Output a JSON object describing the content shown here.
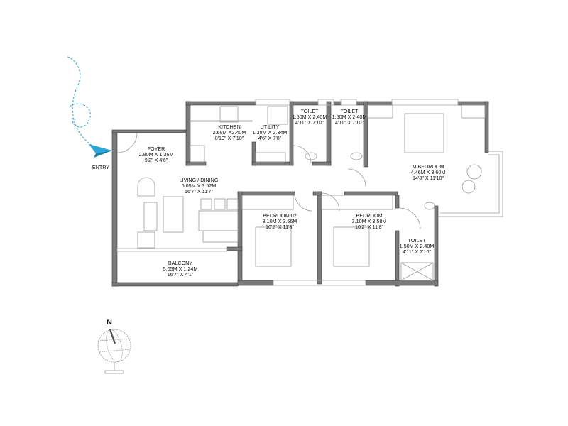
{
  "plan": {
    "entry_label": "ENTRY",
    "north_label": "N",
    "accent_color": "#29a8d8",
    "wall_color": "#7a7a7a",
    "rooms": {
      "foyer": {
        "name": "FOYER",
        "metric": "2.80M X 1.36M",
        "imperial": "9'2\" X 4'6\""
      },
      "kitchen": {
        "name": "KITCHEN",
        "metric": "2.68M X2.40M",
        "imperial": "8'10\" X 7'10\""
      },
      "utility": {
        "name": "UTILITY",
        "metric": "1.38M X 2.34M",
        "imperial": "4'6\" X 7'8\""
      },
      "toilet1": {
        "name": "TOILET",
        "metric": "1.50M X 2.40M",
        "imperial": "4'11\" X 7'10\""
      },
      "toilet2": {
        "name": "TOILET",
        "metric": "1.50M X 2.40M",
        "imperial": "4'11\" X 7'10\""
      },
      "mbedroom": {
        "name": "M.BEDROOM",
        "metric": "4.46M X 3.60M",
        "imperial": "14'8\" X 11'10\""
      },
      "living": {
        "name": "LIVING / DINING",
        "metric": "5.05M X 3.52M",
        "imperial": "16'7\" X 11'7\""
      },
      "bedroom2": {
        "name": "BEDROOM-02",
        "metric": "3.10M X 3.56M",
        "imperial": "10'2\" X 11'8\""
      },
      "bedroom": {
        "name": "BEDROOM",
        "metric": "3.10M X 3.58M",
        "imperial": "10'2\" X 11'8\""
      },
      "toilet3": {
        "name": "TOILET",
        "metric": "1.50M X 2.40M",
        "imperial": "4'11\" X 7'10\""
      },
      "balcony": {
        "name": "BALCONY",
        "metric": "5.05M X 1.24M",
        "imperial": "16'7\" X 4'1\""
      }
    }
  }
}
